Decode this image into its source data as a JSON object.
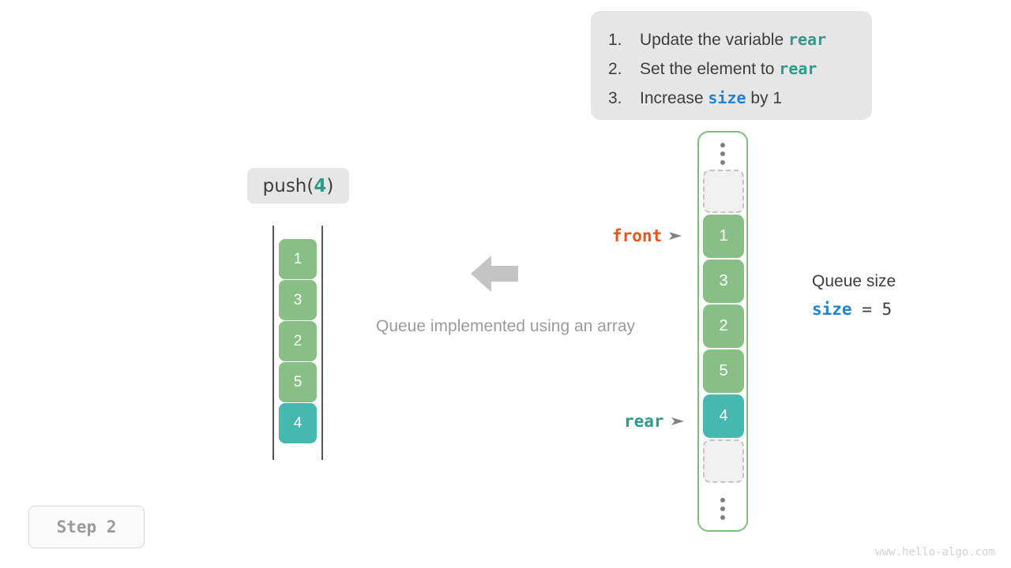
{
  "instructions": {
    "items": [
      {
        "num": "1.",
        "pre": "Update the variable ",
        "code": "rear",
        "code_color": "teal",
        "post": ""
      },
      {
        "num": "2.",
        "pre": "Set the element to ",
        "code": "rear",
        "code_color": "teal",
        "post": ""
      },
      {
        "num": "3.",
        "pre": "Increase ",
        "code": "size",
        "code_color": "blue",
        "post": " by 1"
      }
    ]
  },
  "operation": {
    "name": "push(",
    "argument": "4",
    "close": ")"
  },
  "left_array": {
    "cells": [
      {
        "value": "1",
        "style": "green"
      },
      {
        "value": "3",
        "style": "green"
      },
      {
        "value": "2",
        "style": "green"
      },
      {
        "value": "5",
        "style": "green"
      },
      {
        "value": "4",
        "style": "teal"
      }
    ]
  },
  "caption": "Queue implemented using an array",
  "queue": {
    "cells": [
      {
        "value": "",
        "style": "empty"
      },
      {
        "value": "1",
        "style": "green"
      },
      {
        "value": "3",
        "style": "green"
      },
      {
        "value": "2",
        "style": "green"
      },
      {
        "value": "5",
        "style": "green"
      },
      {
        "value": "4",
        "style": "teal"
      },
      {
        "value": "",
        "style": "empty"
      }
    ],
    "front_label": "front",
    "rear_label": "rear"
  },
  "size_readout": {
    "title": "Queue size",
    "variable": "size",
    "operator": " = ",
    "value": "5"
  },
  "step_badge": "Step 2",
  "watermark": "www.hello-algo.com",
  "colors": {
    "green_cell": "#87bf87",
    "teal_cell": "#45b8b0",
    "front_accent": "#e8541e",
    "rear_accent": "#2e9b8a",
    "size_accent": "#1f83d6",
    "container_border": "#7cc07c",
    "panel_bg": "#e6e6e6",
    "muted_text": "#9b9b9b"
  },
  "icons": {
    "flow_arrow": "arrow-left-icon",
    "pointer_arrow": "arrow-right-small-icon",
    "ellipsis": "vertical-ellipsis-icon"
  }
}
